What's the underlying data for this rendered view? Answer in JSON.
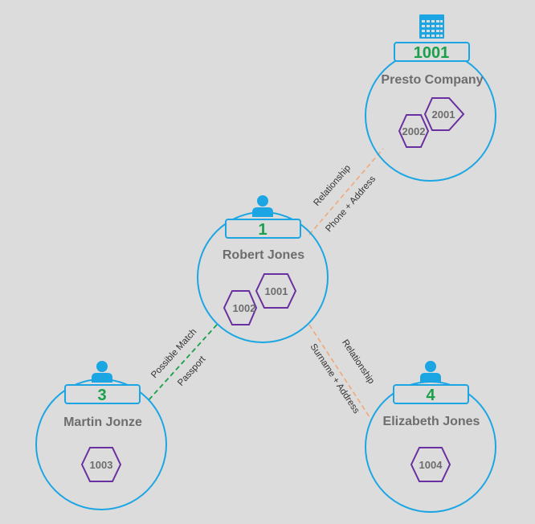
{
  "colors": {
    "background": "#dcdcdc",
    "node_outline": "#1ba6e3",
    "id_text": "#1aa04a",
    "name_text": "#6d6d6d",
    "hex_outline": "#6a2fa0",
    "hex_text": "#6d6d6d",
    "edge_relationship": "#f0a878",
    "edge_possible_match": "#1aa04a"
  },
  "nodes": [
    {
      "key": "presto",
      "id": "1001",
      "name": "Presto Company",
      "icon": "building-icon",
      "records": [
        "2002",
        "2001"
      ]
    },
    {
      "key": "robert",
      "id": "1",
      "name": "Robert Jones",
      "icon": "person-icon",
      "records": [
        "1002",
        "1001"
      ]
    },
    {
      "key": "martin",
      "id": "3",
      "name": "Martin Jonze",
      "icon": "person-icon",
      "records": [
        "1003"
      ]
    },
    {
      "key": "elizabeth",
      "id": "4",
      "name": "Elizabeth Jones",
      "icon": "person-icon",
      "records": [
        "1004"
      ]
    }
  ],
  "edges": [
    {
      "from": "robert",
      "to": "presto",
      "type": "relationship",
      "label_top": "Relationship",
      "label_bottom": "Phone + Address"
    },
    {
      "from": "robert",
      "to": "martin",
      "type": "possible_match",
      "label_top": "Possible Match",
      "label_bottom": "Passport"
    },
    {
      "from": "robert",
      "to": "elizabeth",
      "type": "relationship",
      "label_top": "Relationship",
      "label_bottom": "Surname + Address"
    }
  ]
}
